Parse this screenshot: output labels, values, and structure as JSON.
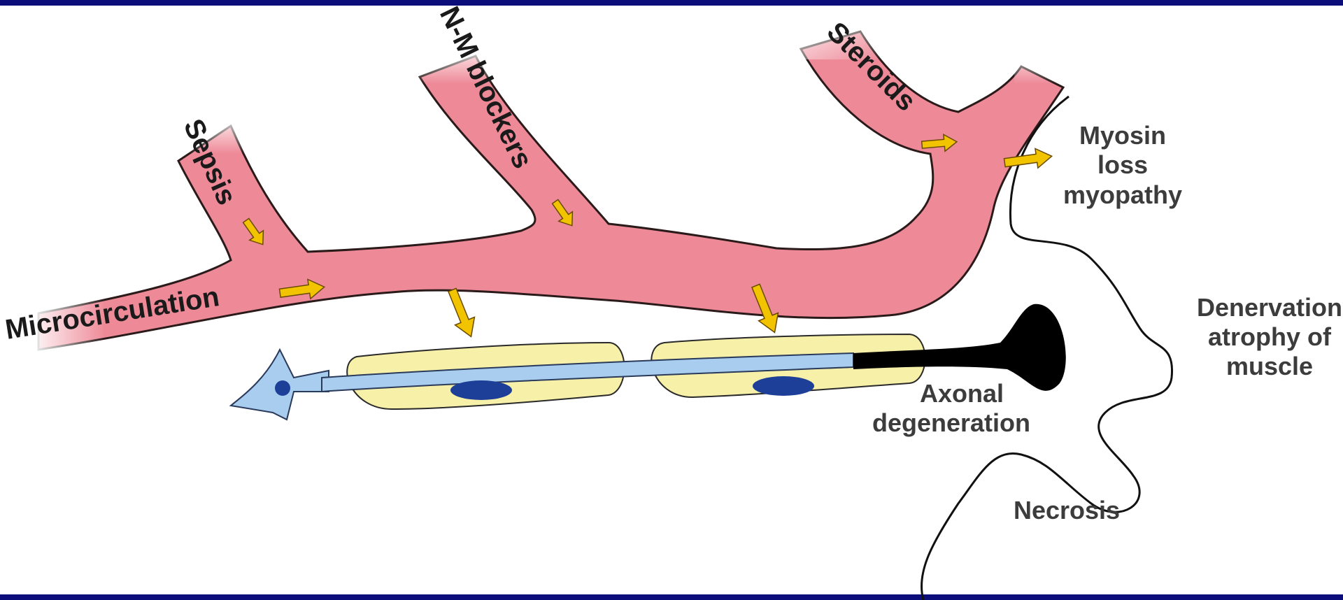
{
  "colors": {
    "frame": "#0b0e7a",
    "vessel": "#ee8a98",
    "vessel_outline": "#2a1a1a",
    "arrow": "#f2c400",
    "schwann_cell": "#f6f0a8",
    "nucleus": "#1e3f98",
    "neuron": "#a9cdef",
    "degenerated_axon": "#000000"
  },
  "labels": {
    "microcirculation": "Microcirculation",
    "sepsis": "Sepsis",
    "nm_blockers": "N-M blockers",
    "steroids": "Steroids",
    "myosin_line1": "Myosin",
    "myosin_line2": "loss",
    "myosin_line3": "myopathy",
    "denervation_line1": "Denervation",
    "denervation_line2": "atrophy of",
    "denervation_line3": "muscle",
    "axonal_line1": "Axonal",
    "axonal_line2": "degeneration",
    "necrosis": "Necrosis"
  }
}
